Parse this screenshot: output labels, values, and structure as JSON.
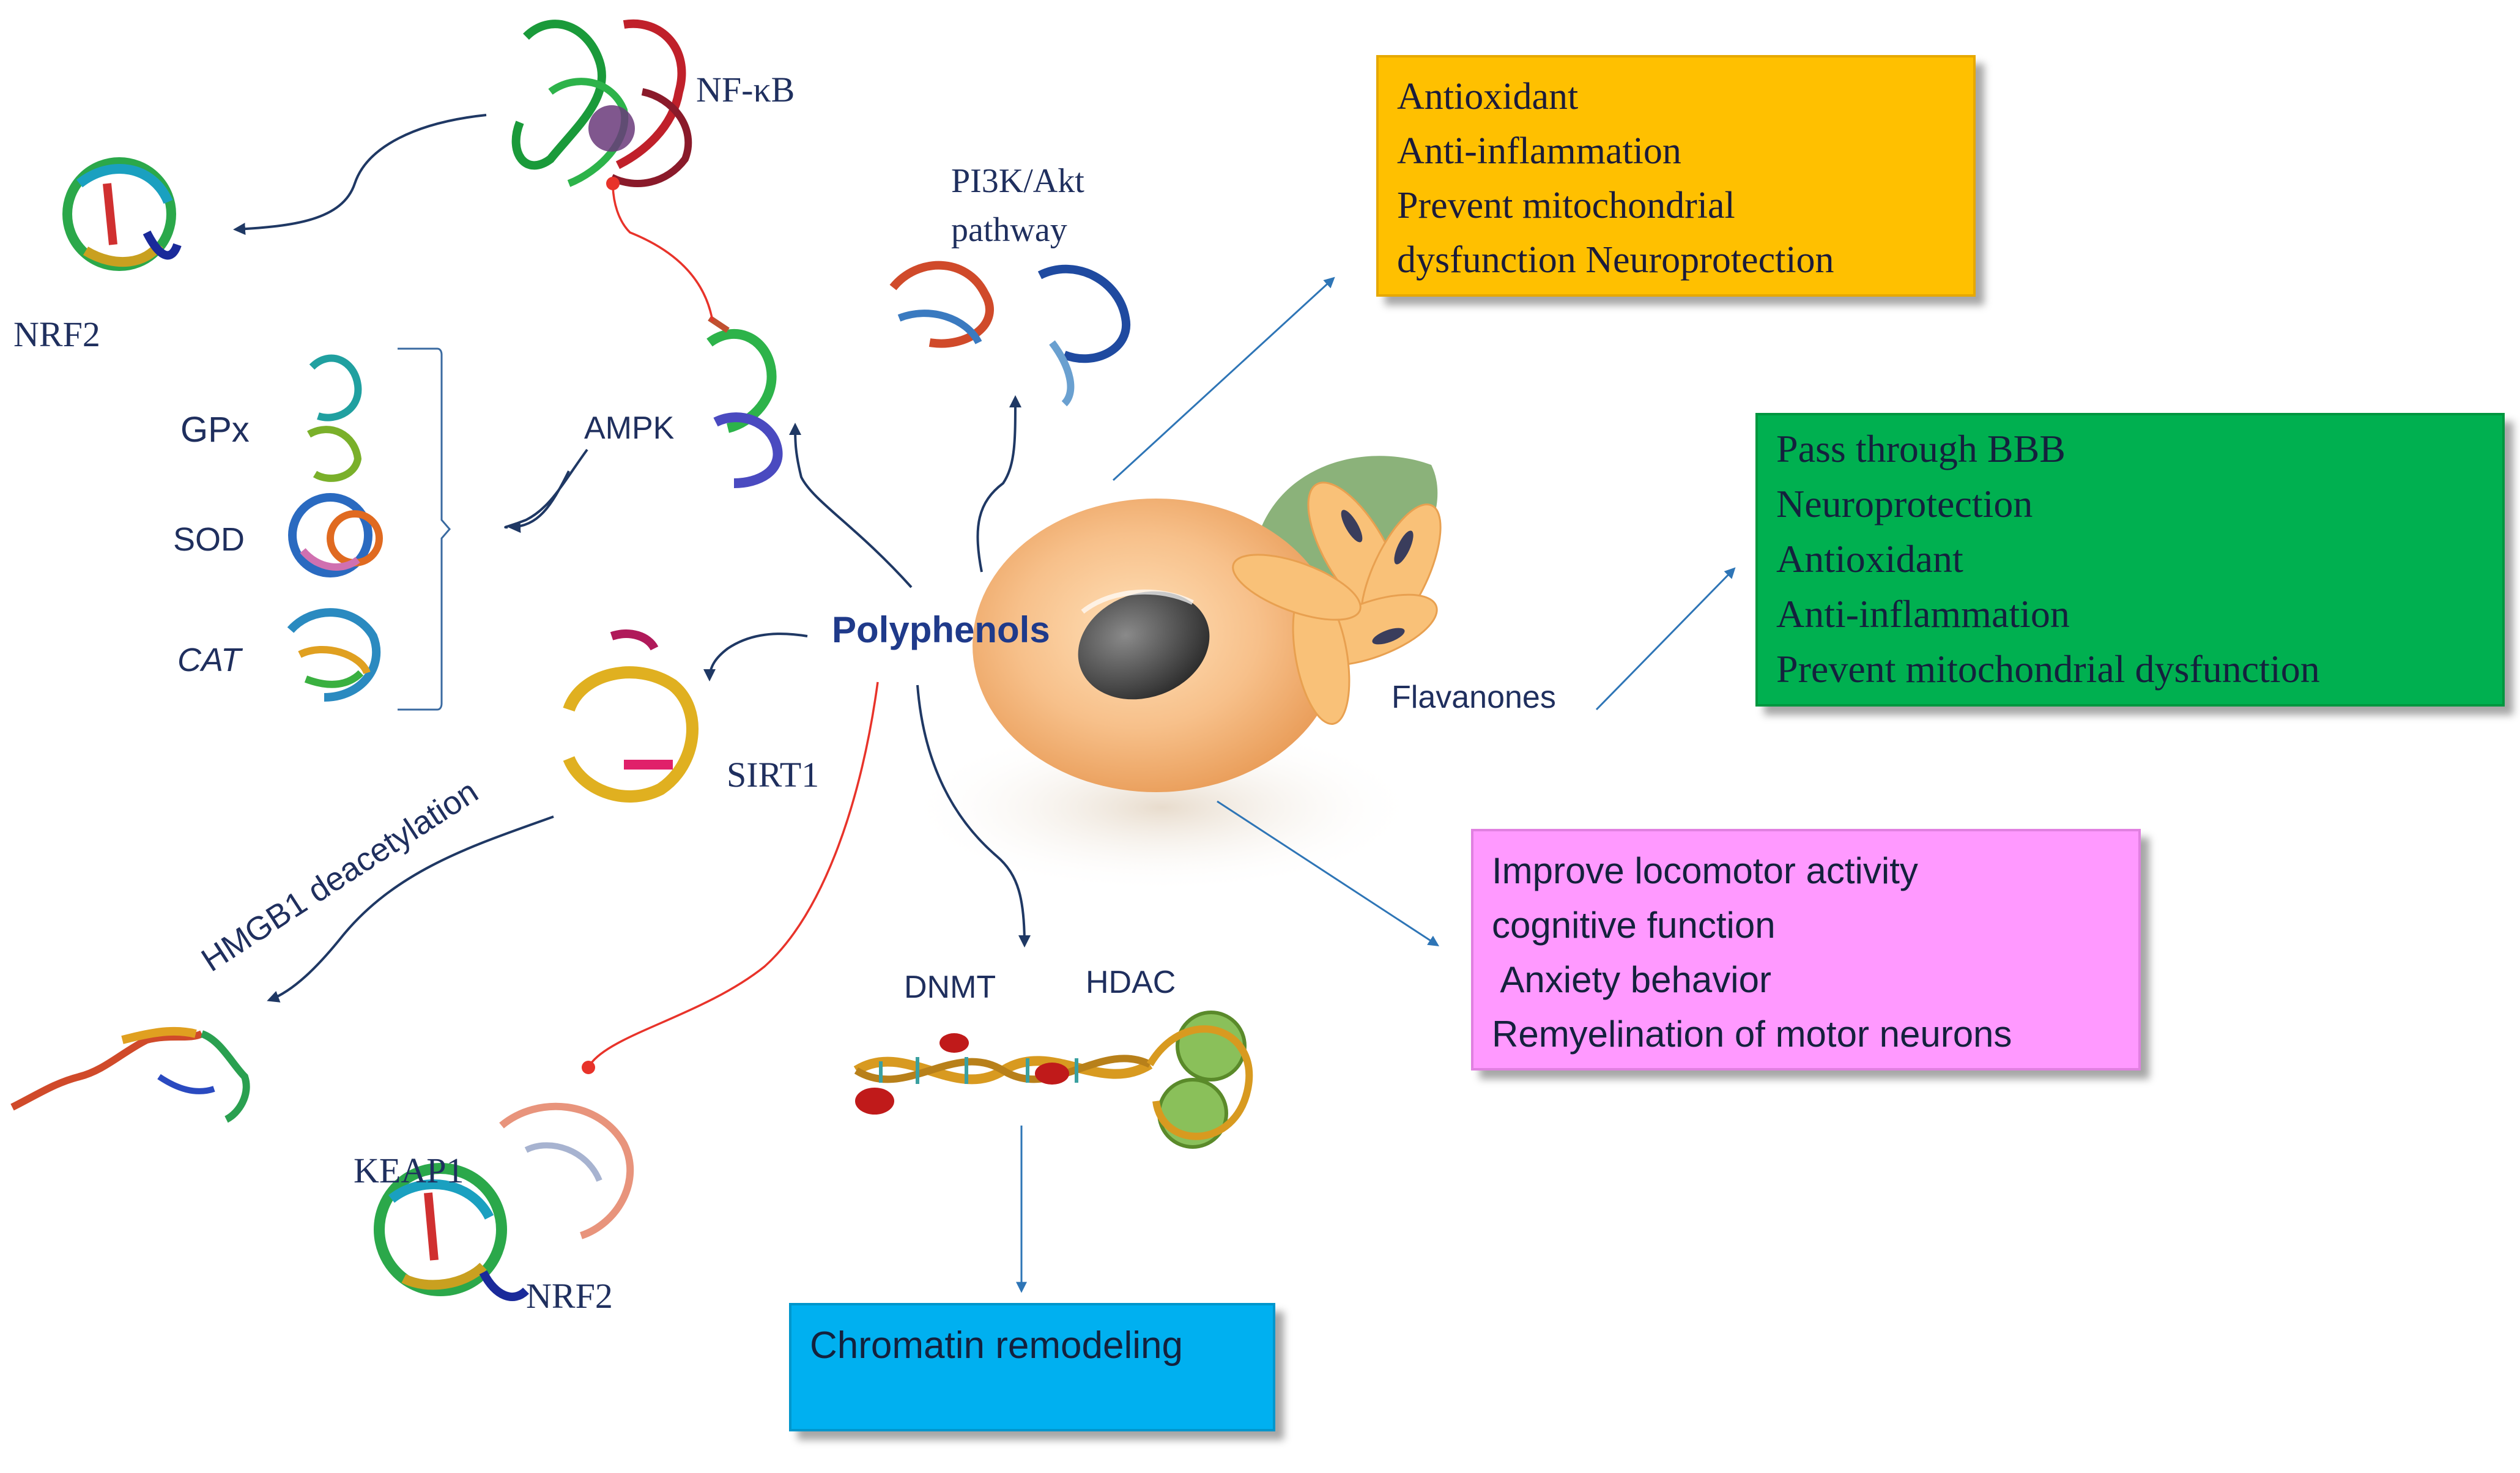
{
  "center": {
    "label": "Polyphenols"
  },
  "nodes": {
    "nfkb": "NF-κB",
    "nrf2_top": "NRF2",
    "pi3k_line1": "PI3K/Akt",
    "pi3k_line2": "pathway",
    "ampk": "AMPK",
    "gpx": "GPx",
    "sod": "SOD",
    "cat": "CAT",
    "sirt1": "SIRT1",
    "hmgb1": "HMGB1 deacetylation",
    "keap1": "KEAP1",
    "nrf2_bottom": "NRF2",
    "dnmt": "DNMT",
    "hdac": "HDAC",
    "flavanones": "Flavanones"
  },
  "boxes": {
    "orange": {
      "lines": [
        "Antioxidant",
        "Anti-inflammation",
        "Prevent mitochondrial",
        "dysfunction Neuroprotection"
      ]
    },
    "green": {
      "lines": [
        "Pass through BBB",
        "Neuroprotection",
        "Antioxidant",
        "Anti-inflammation",
        "Prevent mitochondrial dysfunction"
      ]
    },
    "pink": {
      "lines": [
        "Improve locomotor activity",
        "cognitive function",
        " Anxiety behavior",
        "Remyelination of motor neurons"
      ]
    },
    "blue": {
      "label": "Chromatin remodeling"
    }
  },
  "colors": {
    "arrow_dark": "#1f3864",
    "arrow_blue": "#2e75b6",
    "inhibition": "#e8332a",
    "orange_box": "#ffc000",
    "green_box": "#00b050",
    "pink_box": "#ff99ff",
    "blue_box": "#00b0f0"
  }
}
